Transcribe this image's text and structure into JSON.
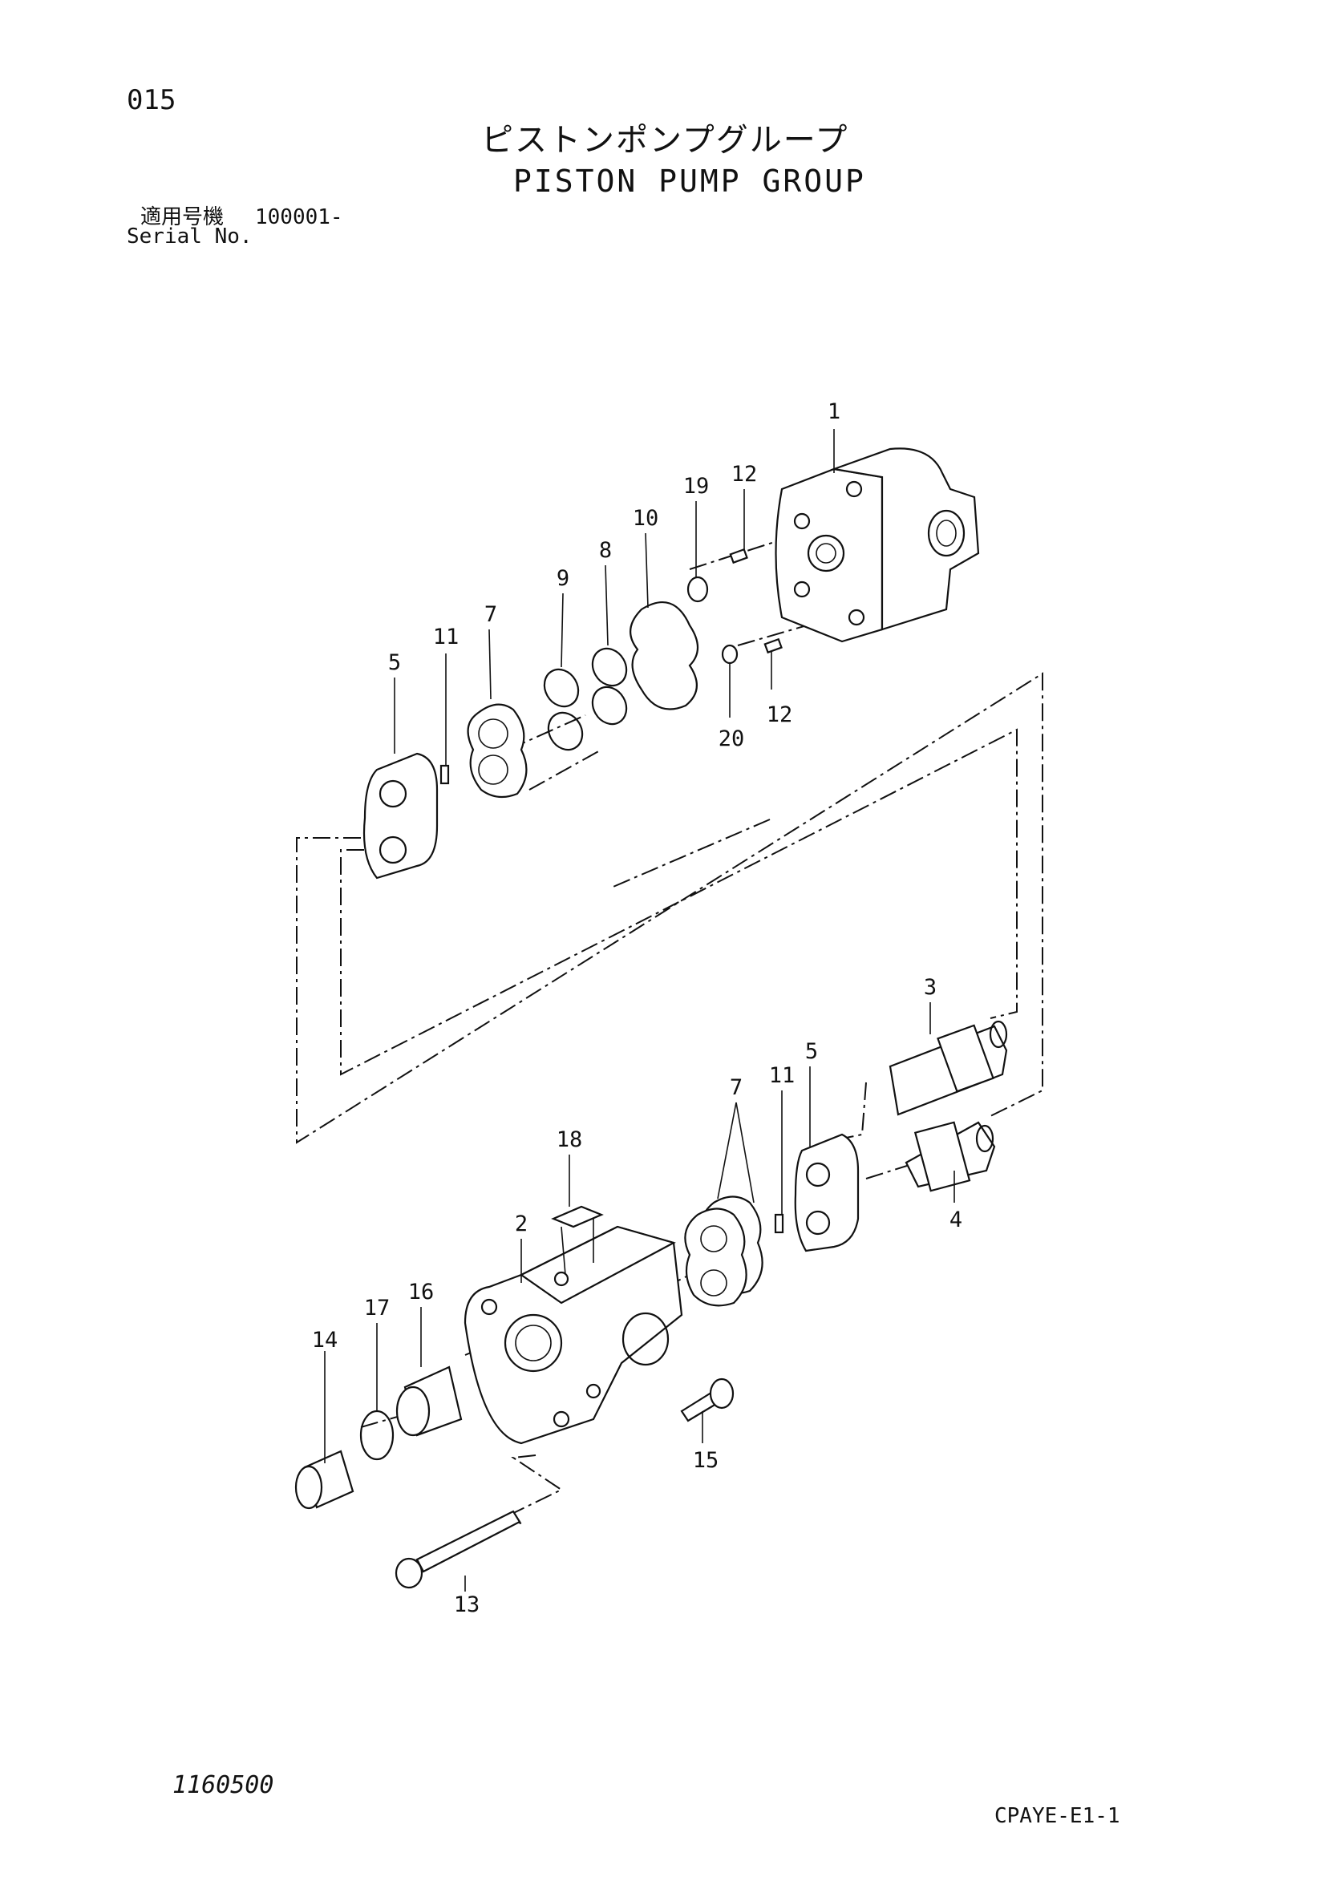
{
  "header": {
    "page_number": "015",
    "title_jp": "ピストンポンプグループ",
    "title_en": "PISTON PUMP GROUP",
    "serial_label_jp": "適用号機",
    "serial_range": "100001-",
    "serial_label_en": "Serial No."
  },
  "footer": {
    "drawing_number": "1160500",
    "catalog_code": "CPAYE-E1-1"
  },
  "callouts": {
    "c1": "1",
    "c2": "2",
    "c3": "3",
    "c4": "4",
    "c5a": "5",
    "c5b": "5",
    "c7a": "7",
    "c7b": "7",
    "c8": "8",
    "c9": "9",
    "c10": "10",
    "c11a": "11",
    "c11b": "11",
    "c12a": "12",
    "c12b": "12",
    "c13": "13",
    "c14": "14",
    "c15": "15",
    "c16": "16",
    "c17": "17",
    "c18": "18",
    "c19": "19",
    "c20": "20"
  }
}
